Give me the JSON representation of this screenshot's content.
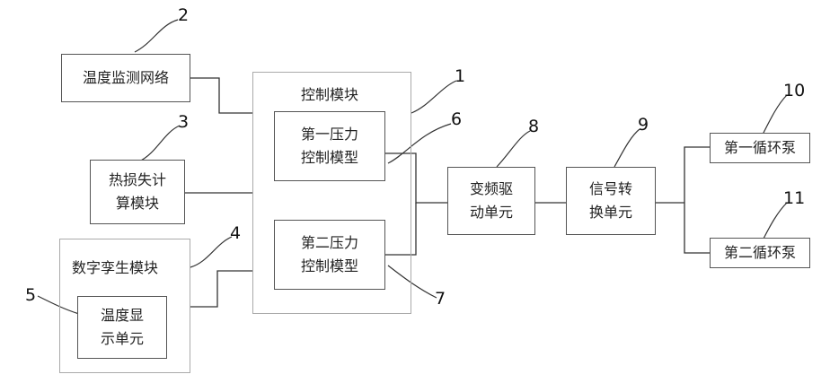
{
  "blocks": {
    "temp_monitor": "温度监测网络",
    "heat_loss": "热损失计\n算模块",
    "digital_twin": "数字孪生模块",
    "temp_display": "温度显\n示单元",
    "control": "控制模块",
    "pressure1": "第一压力\n控制模型",
    "pressure2": "第二压力\n控制模型",
    "vfd": "变频驱\n动单元",
    "signal": "信号转\n换单元",
    "pump1": "第一循环泵",
    "pump2": "第二循环泵"
  },
  "refs": {
    "n1": "1",
    "n2": "2",
    "n3": "3",
    "n4": "4",
    "n5": "5",
    "n6": "6",
    "n7": "7",
    "n8": "8",
    "n9": "9",
    "n10": "10",
    "n11": "11"
  }
}
